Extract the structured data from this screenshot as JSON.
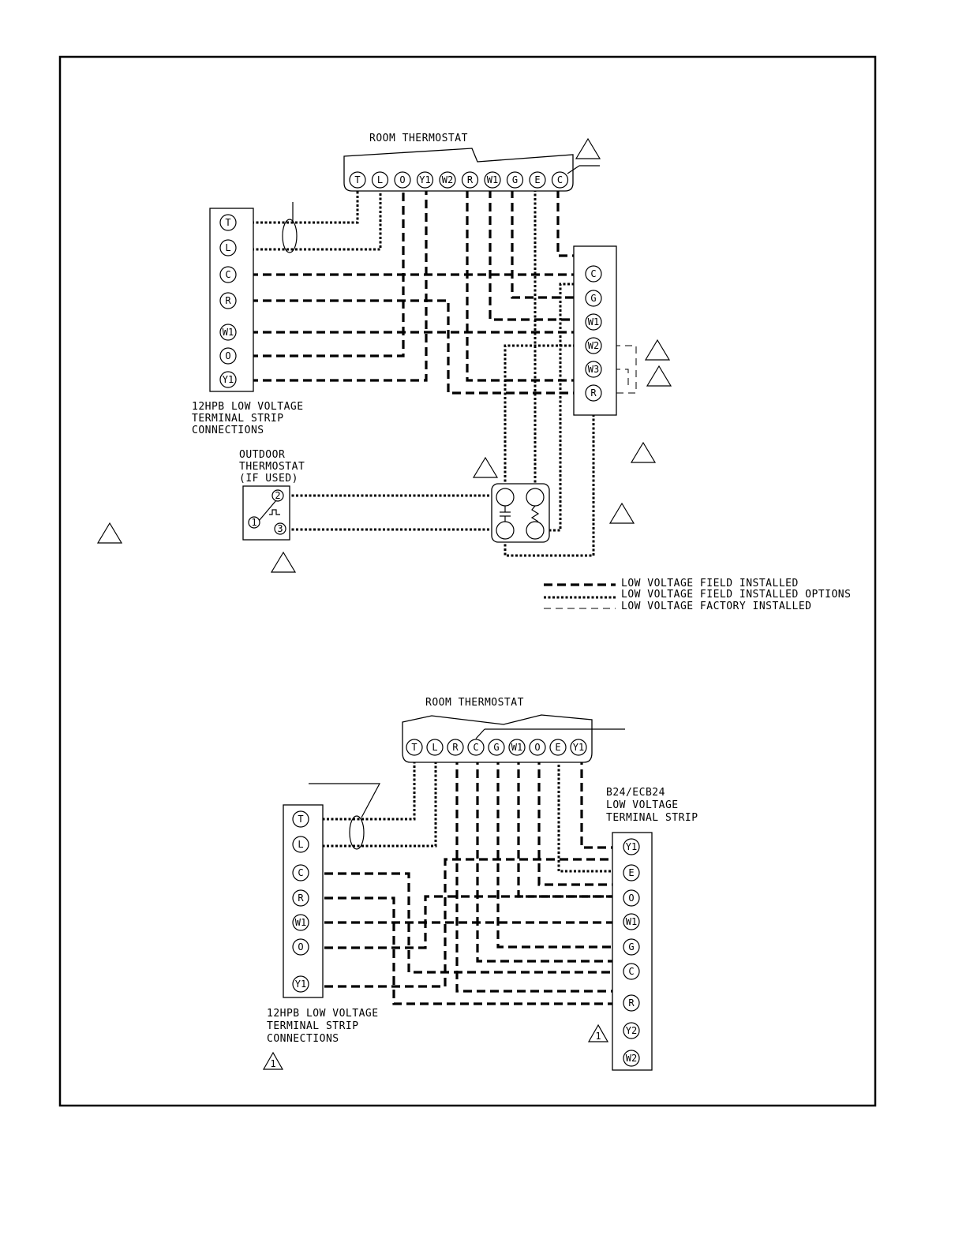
{
  "diagram1": {
    "room_thermostat": {
      "title": "ROOM THERMOSTAT",
      "terminals": [
        "T",
        "L",
        "O",
        "Y1",
        "W2",
        "R",
        "W1",
        "G",
        "E",
        "C"
      ]
    },
    "hpb_strip": {
      "terminals": [
        "T",
        "L",
        "C",
        "R",
        "W1",
        "O",
        "Y1"
      ],
      "label_lines": [
        "12HPB LOW VOLTAGE",
        "TERMINAL STRIP",
        "CONNECTIONS"
      ]
    },
    "right_strip": {
      "terminals": [
        "C",
        "G",
        "W1",
        "W2",
        "W3",
        "R"
      ]
    },
    "outdoor_thermostat": {
      "label_lines": [
        "OUTDOOR",
        "THERMOSTAT",
        "(IF USED)"
      ],
      "terminals": [
        "1",
        "2",
        "3"
      ]
    }
  },
  "legend": {
    "field_installed": "LOW VOLTAGE FIELD INSTALLED",
    "field_installed_options": "LOW VOLTAGE FIELD INSTALLED OPTIONS",
    "factory_installed": "LOW VOLTAGE FACTORY INSTALLED"
  },
  "diagram2": {
    "room_thermostat": {
      "title": "ROOM THERMOSTAT",
      "terminals": [
        "T",
        "L",
        "R",
        "C",
        "G",
        "W1",
        "O",
        "E",
        "Y1"
      ]
    },
    "hpb_strip": {
      "terminals": [
        "T",
        "L",
        "C",
        "R",
        "W1",
        "O",
        "Y1"
      ],
      "label_lines": [
        "12HPB LOW VOLTAGE",
        "TERMINAL STRIP",
        "CONNECTIONS"
      ]
    },
    "b24_strip": {
      "label_lines": [
        "B24/ECB24",
        "LOW VOLTAGE",
        "TERMINAL STRIP"
      ],
      "terminals": [
        "Y1",
        "E",
        "O",
        "W1",
        "G",
        "C",
        "R",
        "Y2",
        "W2"
      ]
    },
    "note_marks": [
      "1",
      "1"
    ]
  }
}
